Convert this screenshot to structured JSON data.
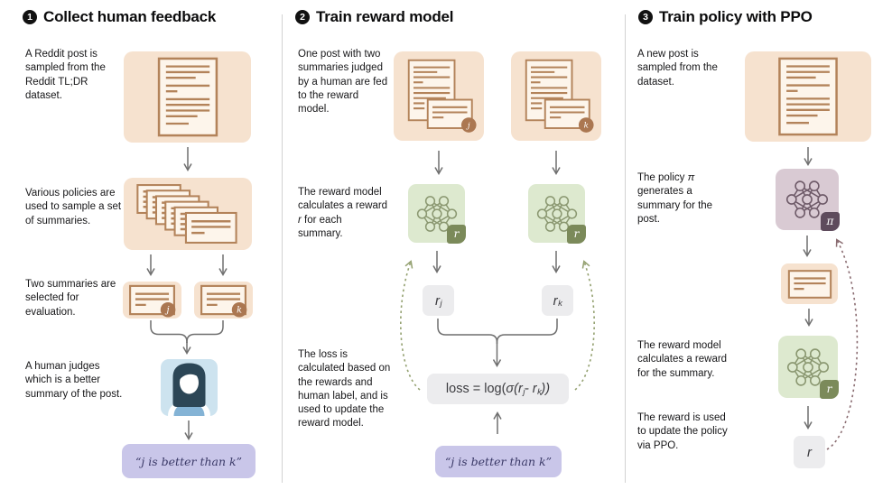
{
  "colors": {
    "peach": "#f6e2cf",
    "doc_fill": "#fdf5eb",
    "doc_stroke": "#b3835a",
    "badge_brown": "#ab7751",
    "green_bg": "#dde9cf",
    "green_stroke": "#8a9770",
    "green_badge": "#7b8a5a",
    "purple_bg": "#d9cad3",
    "purple_stroke": "#6d5967",
    "purple_badge": "#5e4b5c",
    "gray_box": "#ececee",
    "lavender": "#c9c6e9",
    "quote_text": "#3a3967",
    "human_bg": "#cde3ef",
    "human_hair": "#2c4656",
    "human_shirt": "#84b3d5",
    "arrow_gray": "#6f6f6f",
    "olive_dash": "#93a06f",
    "mauve_dash": "#8b6d72",
    "divider": "#d2d2d2",
    "text": "#161618"
  },
  "panels": [
    {
      "number": "1",
      "title": "Collect human feedback",
      "steps": {
        "sample": "A Reddit post is sampled from the Reddit TL;DR dataset.",
        "policies": "Various policies are used to sample a set of summaries.",
        "select": "Two summaries are selected for evaluation.",
        "judge": "A human judges which is a better summary of the post."
      },
      "badges": {
        "left": "j",
        "right": "k"
      },
      "quote": "“j is better than k”"
    },
    {
      "number": "2",
      "title": "Train reward model",
      "steps": {
        "feed": "One post with two summaries judged by a human are fed to the reward model.",
        "reward_pre": "The reward model calculates a reward ",
        "reward_var": "r",
        "reward_post": " for each summary.",
        "loss": "The loss is calculated based on the rewards and human label, and is used to update the reward model."
      },
      "badges": {
        "left": "j",
        "right": "k",
        "model": "r"
      },
      "reward_labels": {
        "left_base": "r",
        "left_sub": "j",
        "right_base": "r",
        "right_sub": "k"
      },
      "formula": {
        "plain": "loss = log(",
        "italic1": "σ(r",
        "sub1": "j",
        "italic2": " - r",
        "sub2": "k",
        "italic3": "))"
      },
      "quote": "“j is better than k”"
    },
    {
      "number": "3",
      "title": "Train policy with PPO",
      "steps": {
        "sample": "A new post is sampled from the dataset.",
        "policy_pre": "The policy ",
        "policy_var": "π",
        "policy_post": " generates a summary for the post.",
        "reward": "The reward model calculates a reward for the summary.",
        "update": "The reward is used to update the policy via PPO."
      },
      "badges": {
        "policy": "π",
        "model": "r"
      },
      "reward_label": "r"
    }
  ]
}
